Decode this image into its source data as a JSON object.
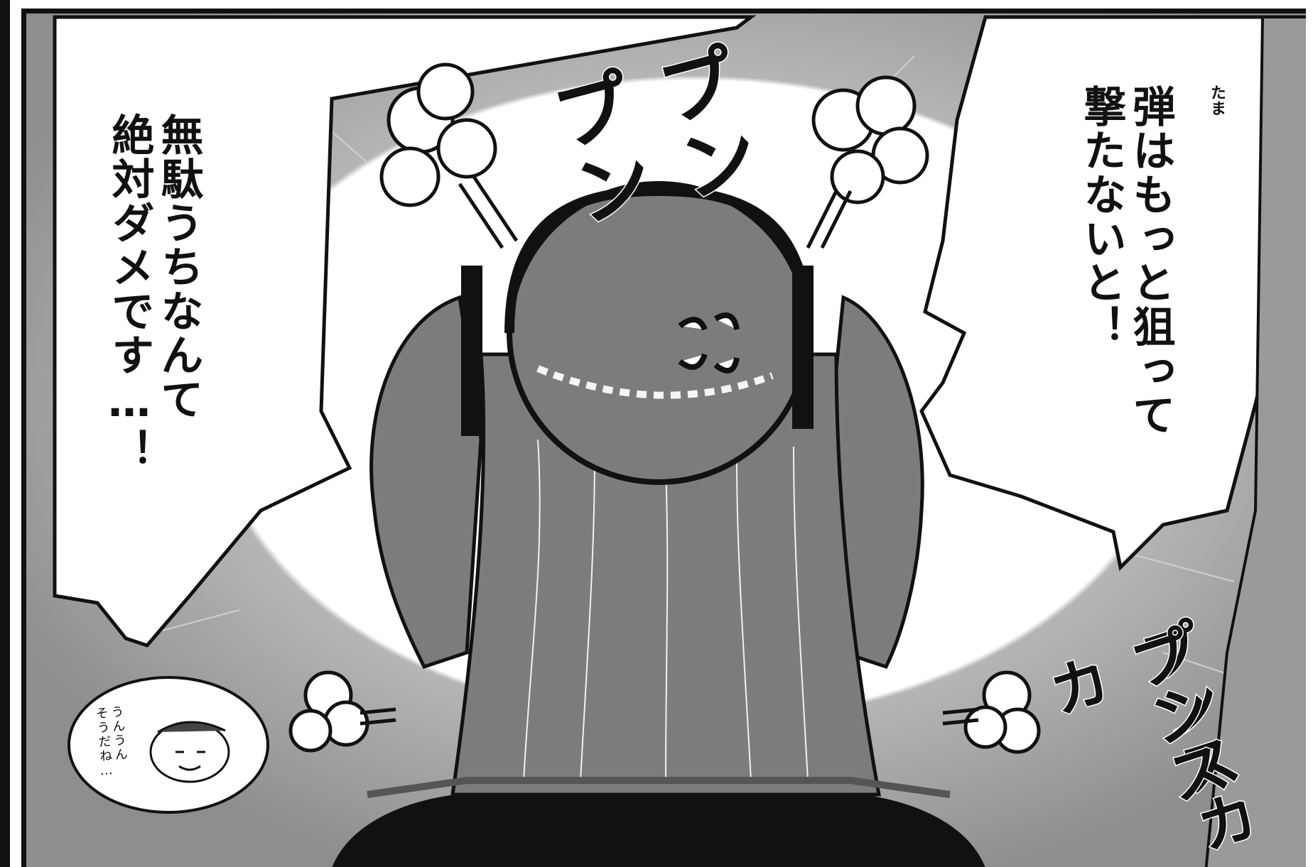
{
  "speech": {
    "left": "無駄うちなんて\n絶対ダメです…！",
    "right": "弾はもっと狙って\n撃たないと！",
    "right_ruby": "たま",
    "small_aside": "うんうん\nそうだね…"
  },
  "sfx": {
    "top_1": "プン",
    "top_2": "プン",
    "right_1": "プンスカ",
    "right_2": "プンスカ",
    "anger_mark": "anger-vein-icon"
  },
  "colors": {
    "ink": "#111111",
    "paper": "#ffffff",
    "hair": "#7c7c7c",
    "background": "#9a9a9a"
  }
}
